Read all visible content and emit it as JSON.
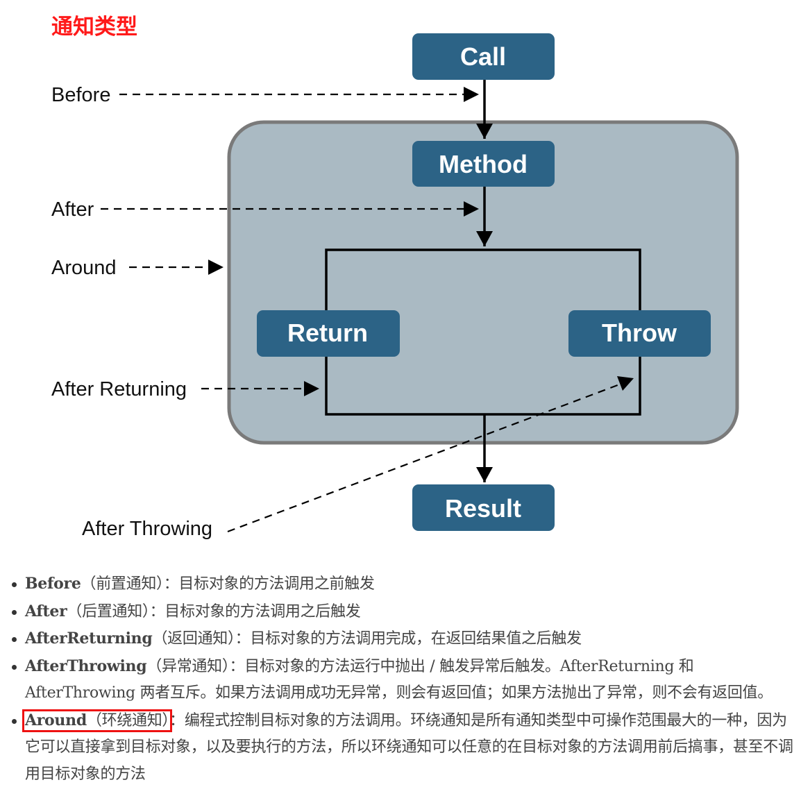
{
  "header": {
    "title": "通知类型"
  },
  "diagram": {
    "boxes": {
      "call": "Call",
      "method": "Method",
      "return": "Return",
      "throw": "Throw",
      "result": "Result"
    },
    "advice_labels": {
      "before": "Before",
      "after": "After",
      "around": "Around",
      "after_returning": "After Returning",
      "after_throwing": "After Throwing"
    },
    "colors": {
      "box_fill": "#2c6386",
      "container_fill": "#aabac3",
      "container_stroke": "#7a7a7a"
    }
  },
  "list": {
    "items": [
      {
        "term": "Before",
        "desc": "（前置通知）：目标对象的方法调用之前触发"
      },
      {
        "term": "After",
        "desc": "（后置通知）：目标对象的方法调用之后触发"
      },
      {
        "term": "AfterReturning",
        "desc": "（返回通知）：目标对象的方法调用完成，在返回结果值之后触发"
      },
      {
        "term": "AfterThrowing",
        "desc_part1": "（异常通知）：目标对象的方法运行中抛出 / 触发异常后触发。",
        "desc_latin1": "AfterReturning",
        "desc_part2": " 和 ",
        "desc_latin2": "AfterThrowing",
        "desc_part3": " 两者互斥。如果方法调用成功无异常，则会有返回值；如果方法抛出了异常，则不会有返回值。"
      },
      {
        "term": "Around",
        "label": "（环绕通知）",
        "desc": "：编程式控制目标对象的方法调用。环绕通知是所有通知类型中可操作范围最大的一种，因为它可以直接拿到目标对象，以及要执行的方法，所以环绕通知可以任意的在目标对象的方法调用前后搞事，甚至不调用目标对象的方法"
      }
    ]
  }
}
